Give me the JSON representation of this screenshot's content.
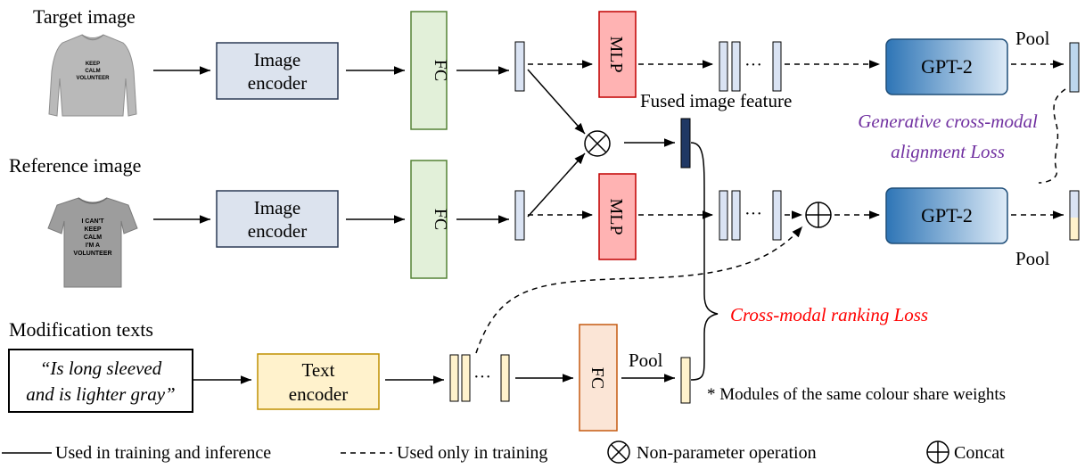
{
  "labels": {
    "target_image": "Target image",
    "reference_image": "Reference image",
    "modification_texts": "Modification texts",
    "fused_image_feature": "Fused image feature",
    "pool_top": "Pool",
    "pool_mid": "Pool",
    "pool_text": "Pool"
  },
  "modules": {
    "image_encoder_line1": "Image",
    "image_encoder_line2": "encoder",
    "text_encoder_line1": "Text",
    "text_encoder_line2": "encoder",
    "fc": "FC",
    "mlp": "MLP",
    "gpt2": "GPT-2",
    "ellipsis": "···"
  },
  "text_input": {
    "line1": "“Is long sleeved",
    "line2": "and is lighter gray”"
  },
  "tshirt_texts": {
    "target": [
      "KEEP",
      "CALM",
      "VOLUNTEER"
    ],
    "reference": [
      "I CAN'T",
      "KEEP",
      "CALM",
      "I'M A",
      "VOLUNTEER"
    ]
  },
  "losses": {
    "generative_line1": "Generative cross-modal",
    "generative_line2": "alignment Loss",
    "ranking": "Cross-modal ranking Loss"
  },
  "notes": {
    "shared_weights": "* Modules of the same colour share weights"
  },
  "legend": {
    "solid": "Used  in training and inference",
    "dashed": "Used only in training",
    "otimes": "Non-parameter operation",
    "oplus": "Concat"
  },
  "colors": {
    "encoder_fill": "#dce3ee",
    "encoder_stroke": "#2b3a55",
    "fc_fill": "#e2f0d9",
    "fc_stroke": "#548235",
    "mlp_fill": "#ffb3b3",
    "mlp_stroke": "#c00000",
    "gpt_dark": "#2e75b6",
    "gpt_light": "#bdd7ee",
    "text_fill": "#fff2cc",
    "text_enc_stroke": "#bf9000",
    "fc_text_fill": "#fbe5d6",
    "fused_feature": "#203864",
    "loss_purple": "#7030a0",
    "loss_red": "#ff0000"
  }
}
